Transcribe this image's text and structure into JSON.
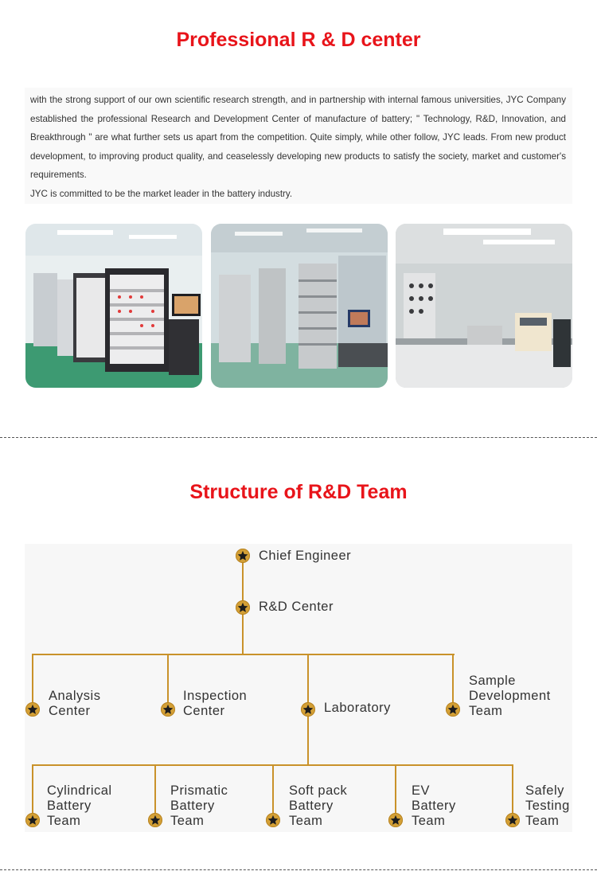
{
  "section1": {
    "title": "Professional R & D center",
    "paragraphs": [
      "with the strong support of our own scientific research strength, and in partnership with internal famous universities, JYC Company established the professional Research and Development Center of manufacture of battery; \" Technology, R&D, Innovation, and Breakthrough \" are what further sets us apart from the competition. Quite simply, while other follow, JYC leads. From new product development, to improving product quality, and ceaselessly developing new products to satisfy the society, market and customer's requirements.",
      "JYC is committed to be the market leader in the battery industry."
    ]
  },
  "section2": {
    "title": "Structure of R&D Team",
    "chief": "Chief Engineer",
    "center": "R&D Center",
    "departments": [
      [
        "Analysis",
        "Center"
      ],
      [
        "Inspection",
        "Center"
      ],
      [
        "Laboratory"
      ],
      [
        "Sample",
        "Development",
        "Team"
      ]
    ],
    "teams": [
      [
        "Cylindrical",
        "Battery",
        "Team"
      ],
      [
        "Prismatic",
        "Battery",
        "Team"
      ],
      [
        "Soft pack",
        "Battery",
        "Team"
      ],
      [
        "EV",
        "Battery",
        "Team"
      ],
      [
        "Safely",
        "Testing",
        "Team"
      ]
    ]
  },
  "colors": {
    "title": "#e8141a",
    "line": "#c9922a",
    "star_circle": "#d4a036"
  },
  "icons": {
    "node_marker": "star-icon"
  }
}
